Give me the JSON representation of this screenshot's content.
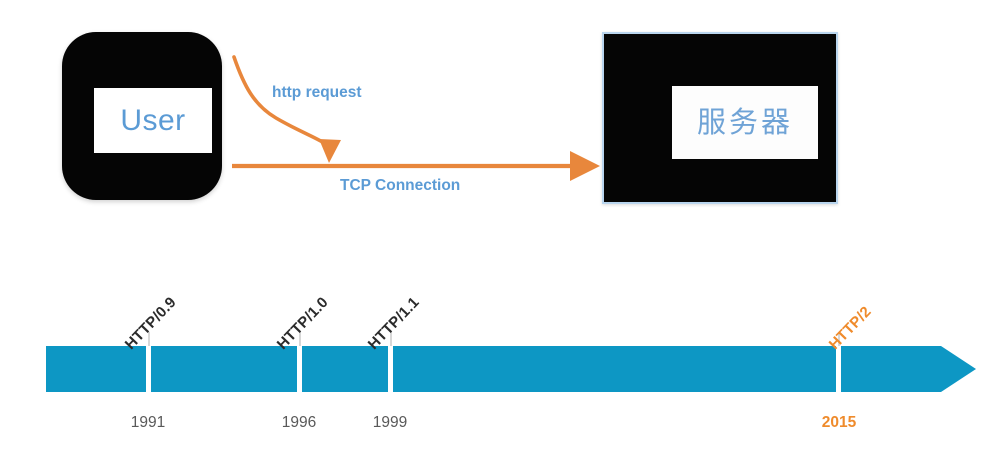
{
  "diagram": {
    "client": {
      "label": "User",
      "label_color": "#5b9bd5",
      "device_color": "#050505"
    },
    "server": {
      "label": "服务器",
      "label_color": "#6fa3d6",
      "device_color": "#050505",
      "border_color": "#b9d5ee"
    },
    "connections": [
      {
        "name": "http-request",
        "label": "http request",
        "style": "curved-arrow",
        "color": "#e8873c"
      },
      {
        "name": "tcp-connection",
        "label": "TCP Connection",
        "style": "straight-arrow",
        "color": "#e8873c"
      }
    ],
    "label_color": "#5b9bd5"
  },
  "timeline": {
    "bar_color": "#0d97c4",
    "accent_color": "#ef8b2c",
    "year_color": "#595959",
    "versions": [
      {
        "name": "HTTP/0.9",
        "year": "1991",
        "accent": false
      },
      {
        "name": "HTTP/1.0",
        "year": "1996",
        "accent": false
      },
      {
        "name": "HTTP/1.1",
        "year": "1999",
        "accent": false
      },
      {
        "name": "HTTP/2",
        "year": "2015",
        "accent": true
      }
    ]
  }
}
